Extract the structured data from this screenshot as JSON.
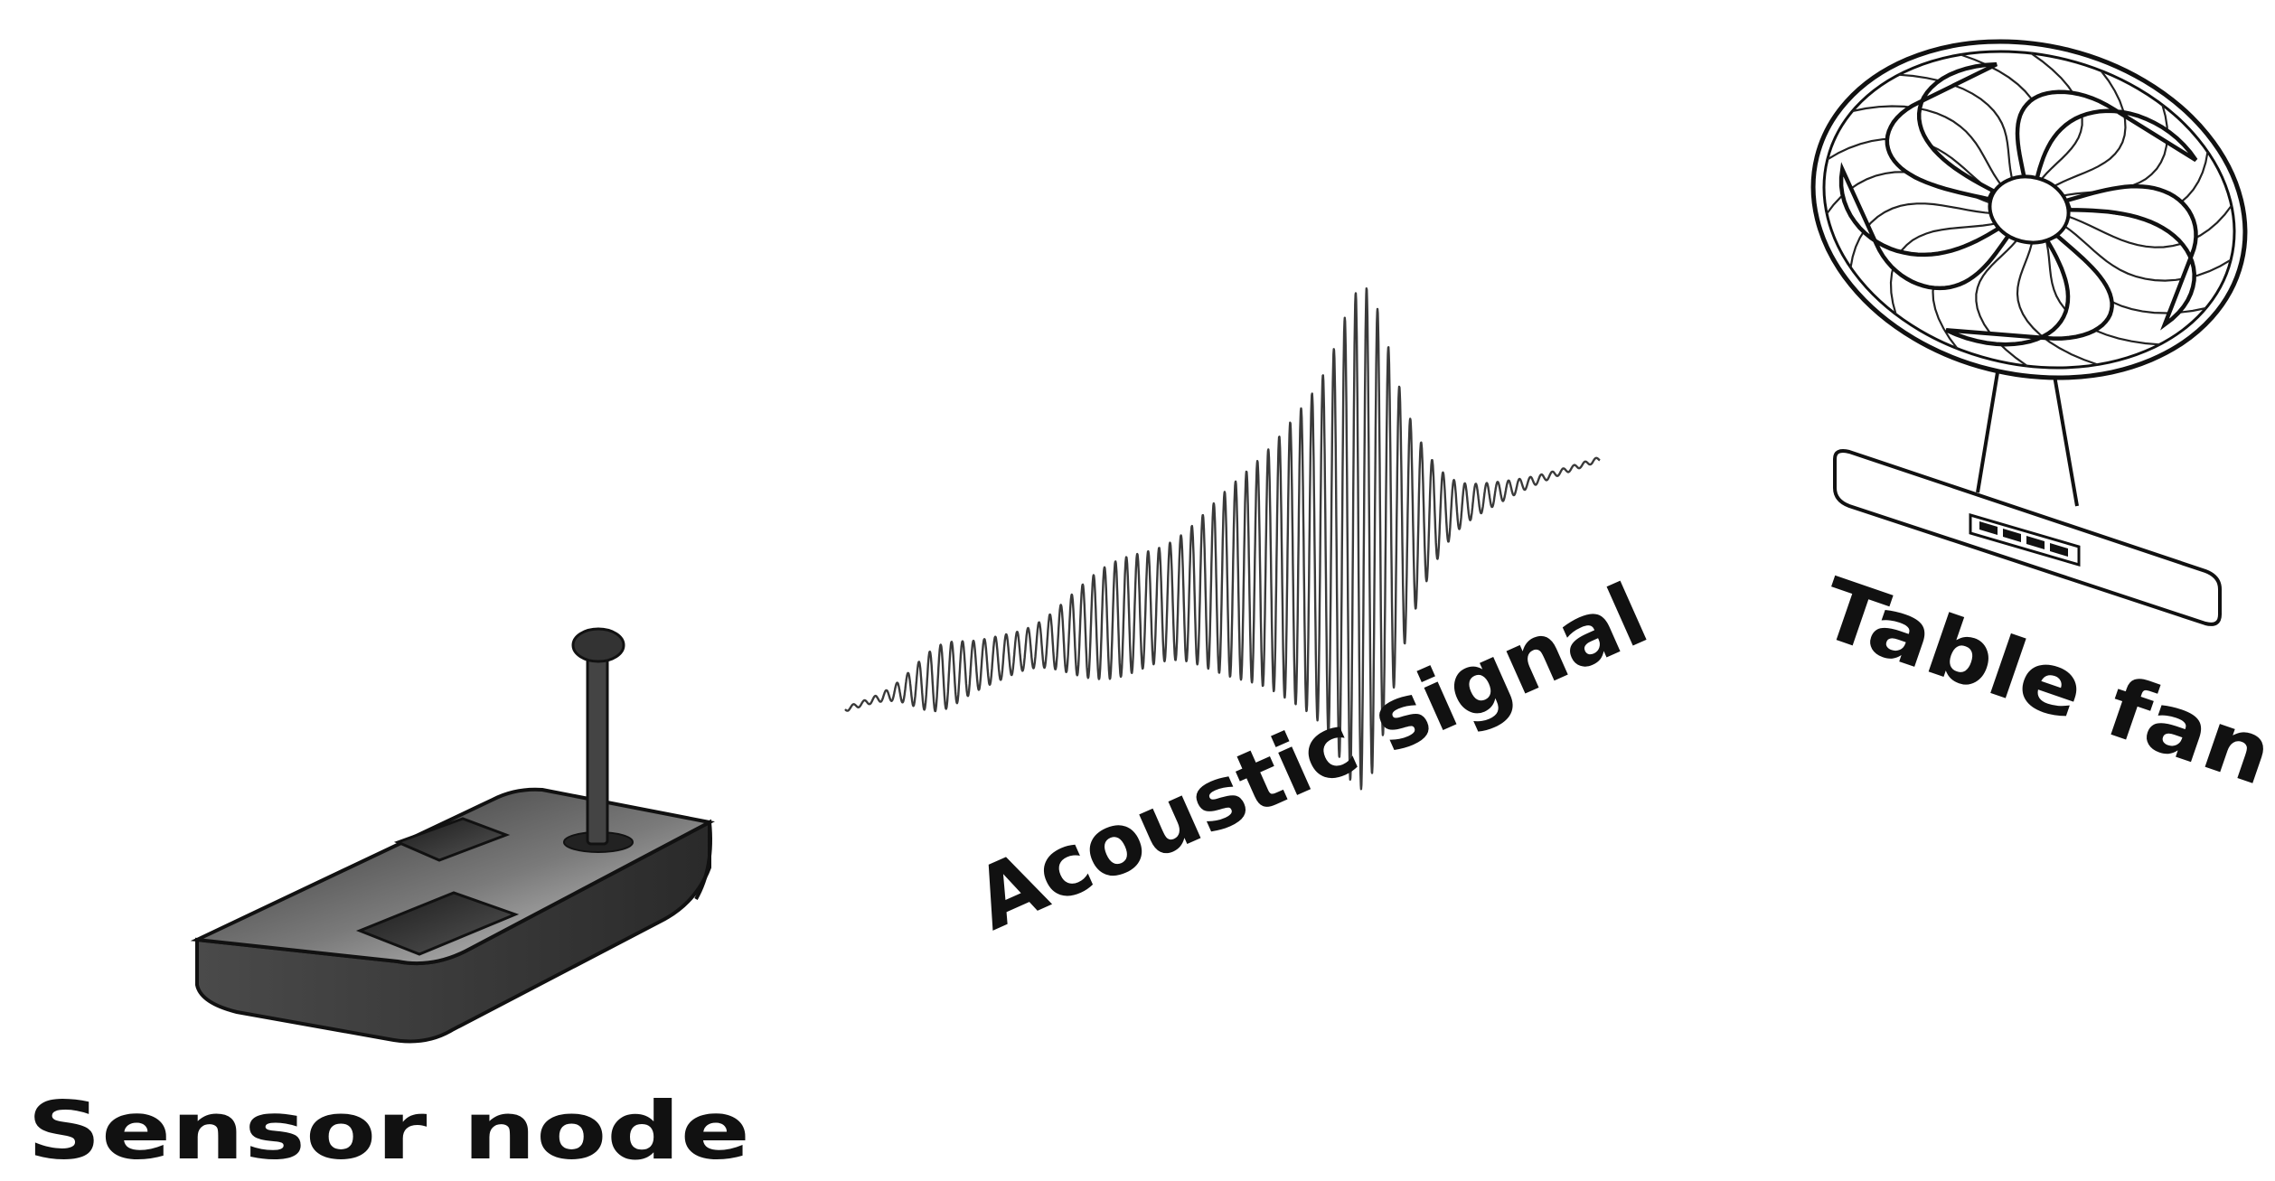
{
  "labels": {
    "sensor_node": "Sensor node",
    "acoustic_signal": "Acoustic signal",
    "table_fan": "Table fan"
  },
  "colors": {
    "ink": "#111111",
    "device_dark": "#3a3a3a",
    "device_mid": "#7a7a7a",
    "device_light": "#bdbdbd",
    "background": "#ffffff"
  },
  "icons": {
    "sensor": "sensor-node-icon",
    "wave": "acoustic-waveform-icon",
    "fan": "table-fan-icon"
  }
}
